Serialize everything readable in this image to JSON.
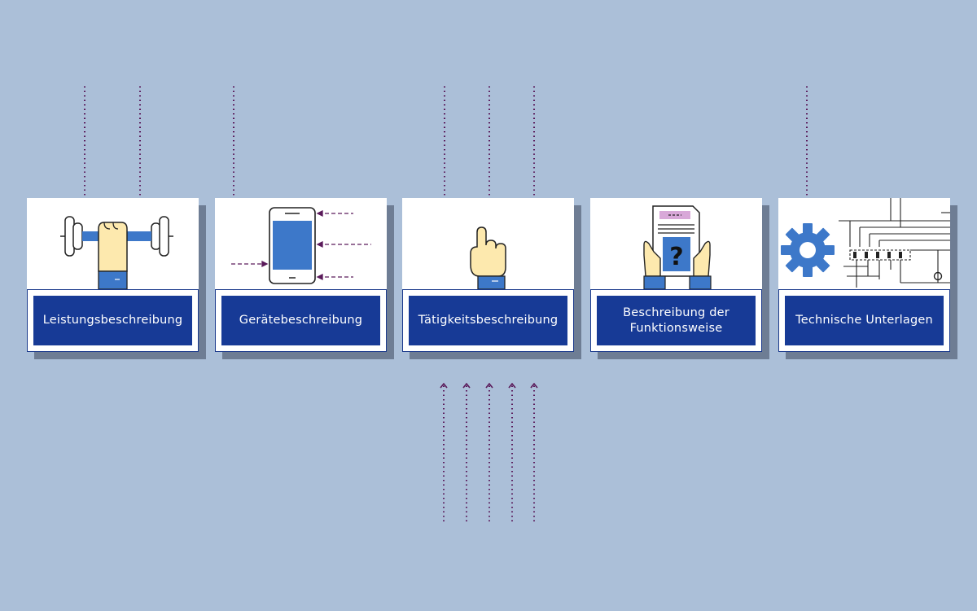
{
  "cards": [
    {
      "label": "Leistungsbeschreibung",
      "icon": "dumbbell-hand-icon"
    },
    {
      "label": "Gerätebeschreibung",
      "icon": "tablet-device-icon"
    },
    {
      "label": "Tätigkeitsbeschreibung",
      "icon": "pointing-hand-icon"
    },
    {
      "label": "Beschreibung der\nFunktionsweise",
      "icon": "document-question-icon"
    },
    {
      "label": "Technische Unterlagen",
      "icon": "gear-schematic-icon"
    }
  ],
  "colors": {
    "background": "#abbfd8",
    "card": "#ffffff",
    "card_shadow": "#6e7d94",
    "label_fill": "#173a96",
    "accent_blue": "#3d78c9",
    "skin": "#fde9ae",
    "arrow": "#5a1a5a"
  }
}
